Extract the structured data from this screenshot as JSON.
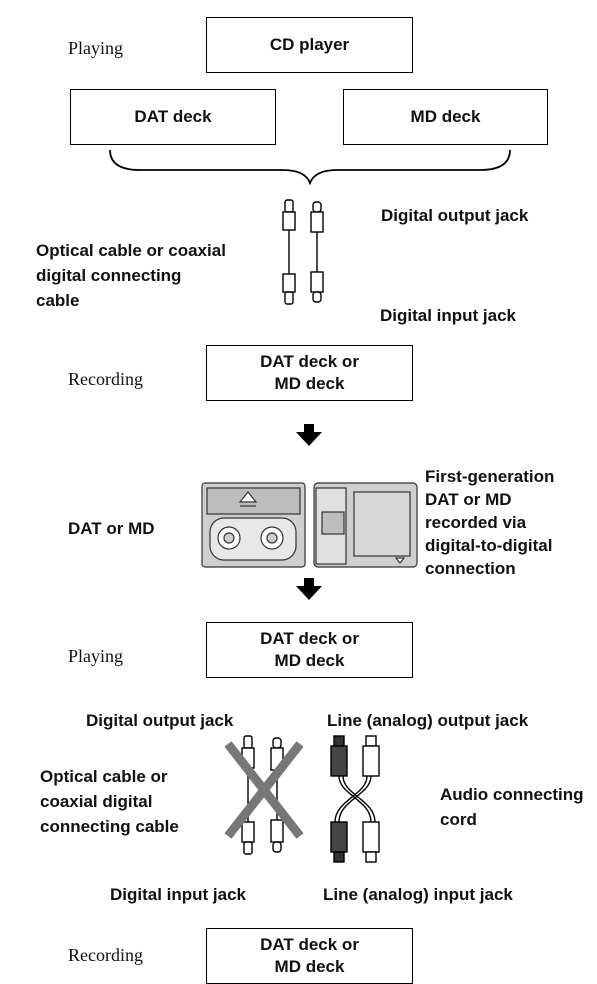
{
  "section1": {
    "playing_label": "Playing",
    "cd_player": "CD player",
    "dat_deck": "DAT deck",
    "md_deck": "MD deck",
    "digital_output_jack": "Digital output jack",
    "cable_label": [
      "Optical cable or coaxial",
      "digital connecting",
      "cable"
    ],
    "digital_input_jack": "Digital input jack",
    "recording_label": "Recording",
    "recorder_box": [
      "DAT deck or",
      "MD deck"
    ]
  },
  "section2": {
    "media_label": "DAT or MD",
    "media_description": [
      "First-generation",
      "DAT or MD",
      "recorded via",
      "digital-to-digital",
      "connection"
    ]
  },
  "section3": {
    "playing_label": "Playing",
    "player_box": [
      "DAT deck or",
      "MD deck"
    ],
    "digital_output_jack": "Digital output jack",
    "line_output_jack": "Line (analog) output jack",
    "cable_label": [
      "Optical cable or",
      "coaxial digital",
      "connecting cable"
    ],
    "audio_cord_label": [
      "Audio connecting",
      "cord"
    ],
    "digital_input_jack": "Digital input jack",
    "line_input_jack": "Line (analog) input jack",
    "recording_label": "Recording",
    "recorder_box": [
      "DAT deck or",
      "MD deck"
    ]
  },
  "colors": {
    "cross": "#777777",
    "cassette": "#cfcfcf",
    "line": "#000000"
  }
}
